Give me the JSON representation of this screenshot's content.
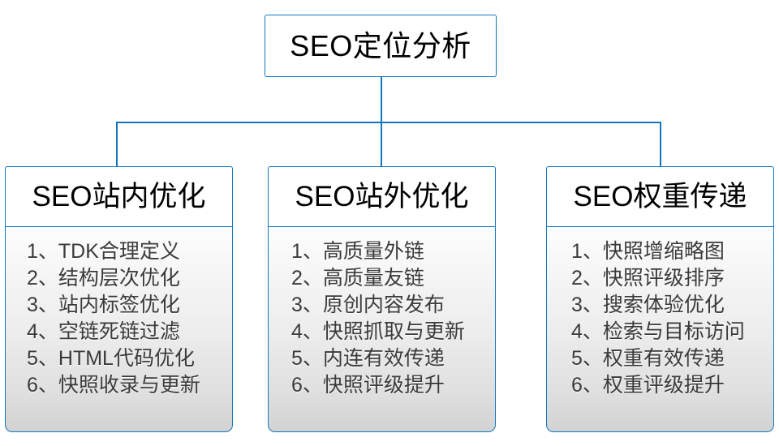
{
  "diagram": {
    "type": "hierarchy",
    "root": {
      "label": "SEO定位分析"
    },
    "accent_color": "#1476bd",
    "header_text_color": "#000000",
    "item_text_color": "#3a3a3a",
    "branches": [
      {
        "header": "SEO站内优化",
        "items": [
          "1、TDK合理定义",
          "2、结构层次优化",
          "3、站内标签优化",
          "4、空链死链过滤",
          "5、HTML代码优化",
          "6、快照收录与更新"
        ]
      },
      {
        "header": "SEO站外优化",
        "items": [
          "1、高质量外链",
          "2、高质量友链",
          "3、原创内容发布",
          "4、快照抓取与更新",
          "5、内连有效传递",
          "6、快照评级提升"
        ]
      },
      {
        "header": "SEO权重传递",
        "items": [
          "1、快照增缩略图",
          "2、快照评级排序",
          "3、搜索体验优化",
          "4、检索与目标访问",
          "5、权重有效传递",
          "6、权重评级提升"
        ]
      }
    ]
  }
}
